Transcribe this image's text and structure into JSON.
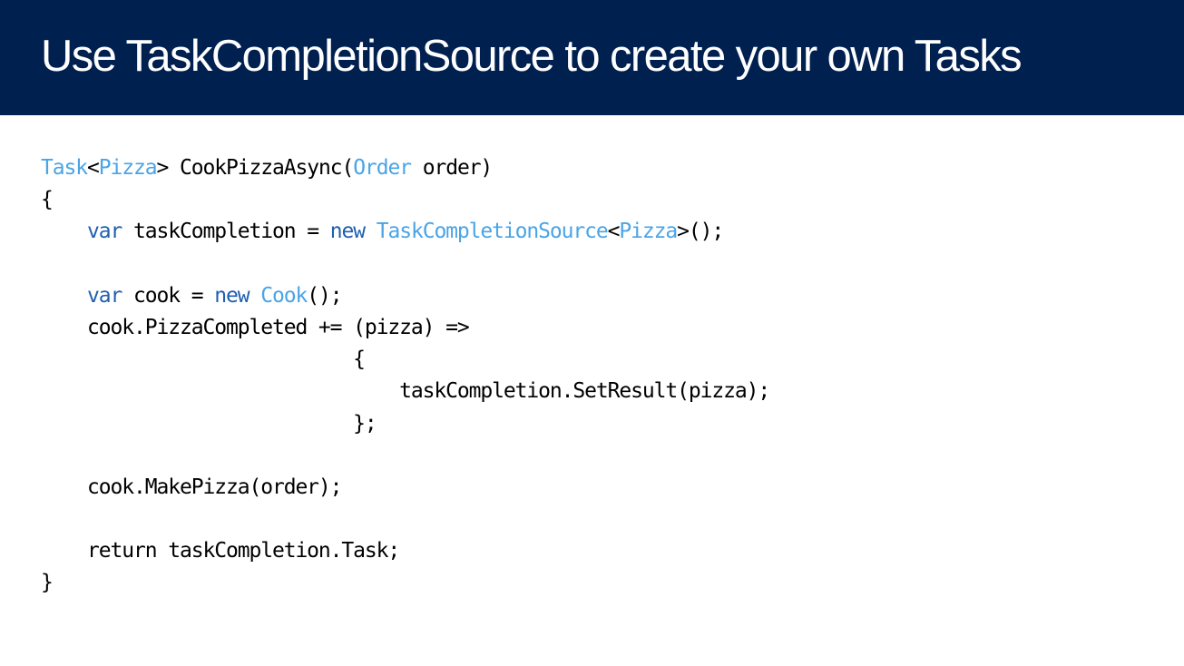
{
  "slide": {
    "title": "Use TaskCompletionSource to create your own Tasks"
  },
  "colors": {
    "header_bg": "#002050",
    "title_text": "#ffffff",
    "code_type": "#4aa4e6",
    "code_keyword": "#1f5fb0",
    "code_plain": "#000000"
  },
  "code": {
    "lines": [
      [
        {
          "t": "type",
          "s": "Task"
        },
        {
          "t": "plain",
          "s": "<"
        },
        {
          "t": "type",
          "s": "Pizza"
        },
        {
          "t": "plain",
          "s": "> CookPizzaAsync("
        },
        {
          "t": "type",
          "s": "Order"
        },
        {
          "t": "plain",
          "s": " order)"
        }
      ],
      [
        {
          "t": "plain",
          "s": "{"
        }
      ],
      [
        {
          "t": "plain",
          "s": "    "
        },
        {
          "t": "kw",
          "s": "var"
        },
        {
          "t": "plain",
          "s": " taskCompletion = "
        },
        {
          "t": "kw",
          "s": "new"
        },
        {
          "t": "plain",
          "s": " "
        },
        {
          "t": "type",
          "s": "TaskCompletionSource"
        },
        {
          "t": "plain",
          "s": "<"
        },
        {
          "t": "type",
          "s": "Pizza"
        },
        {
          "t": "plain",
          "s": ">();"
        }
      ],
      [],
      [
        {
          "t": "plain",
          "s": "    "
        },
        {
          "t": "kw",
          "s": "var"
        },
        {
          "t": "plain",
          "s": " cook = "
        },
        {
          "t": "kw",
          "s": "new"
        },
        {
          "t": "plain",
          "s": " "
        },
        {
          "t": "type",
          "s": "Cook"
        },
        {
          "t": "plain",
          "s": "();"
        }
      ],
      [
        {
          "t": "plain",
          "s": "    cook.PizzaCompleted += (pizza) =>"
        }
      ],
      [
        {
          "t": "plain",
          "s": "                           {"
        }
      ],
      [
        {
          "t": "plain",
          "s": "                               taskCompletion.SetResult(pizza);"
        }
      ],
      [
        {
          "t": "plain",
          "s": "                           };"
        }
      ],
      [],
      [
        {
          "t": "plain",
          "s": "    cook.MakePizza(order);"
        }
      ],
      [],
      [
        {
          "t": "plain",
          "s": "    return taskCompletion.Task;"
        }
      ],
      [
        {
          "t": "plain",
          "s": "}"
        }
      ]
    ]
  }
}
